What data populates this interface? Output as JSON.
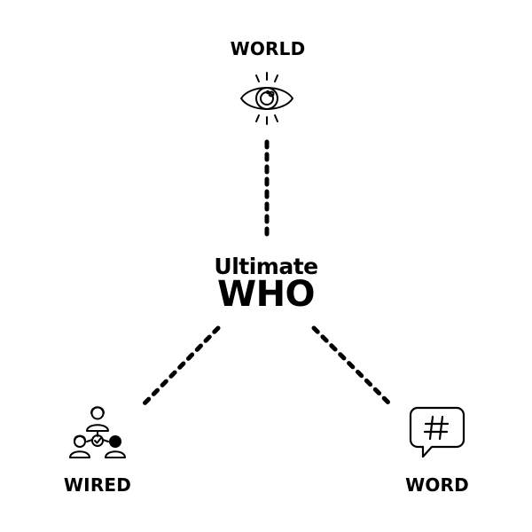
{
  "center": {
    "line1": "Ultimate",
    "line2": "WHO"
  },
  "nodes": {
    "top": {
      "label": "WORLD",
      "icon": "eye-icon"
    },
    "left": {
      "label": "WIRED",
      "icon": "people-network-icon"
    },
    "right": {
      "label": "WORD",
      "icon": "hashtag-speech-bubble-icon"
    }
  },
  "colors": {
    "ink": "#000000",
    "background": "#ffffff"
  }
}
